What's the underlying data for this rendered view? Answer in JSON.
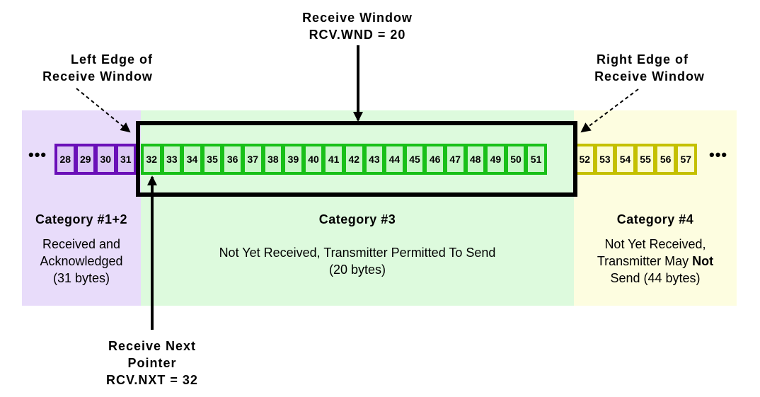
{
  "diagram": {
    "labels": {
      "receive_window": {
        "line1": "Receive Window",
        "line2": "RCV.WND = 20"
      },
      "left_edge": {
        "line1": "Left Edge of",
        "line2": "Receive Window"
      },
      "right_edge": {
        "line1": "Right Edge of",
        "line2": "Receive Window"
      },
      "receive_next": {
        "line1": "Receive Next",
        "line2": "Pointer",
        "line3": "RCV.NXT = 32"
      }
    },
    "ellipsis": "•••",
    "byte_groups": [
      {
        "category": "cat12",
        "color": "#6a0fb8",
        "bytes": [
          "28",
          "29",
          "30",
          "31"
        ]
      },
      {
        "category": "cat3",
        "color": "#18c018",
        "bytes": [
          "32",
          "33",
          "34",
          "35",
          "36",
          "37",
          "38",
          "39",
          "40",
          "41",
          "42",
          "43",
          "44",
          "45",
          "46",
          "47",
          "48",
          "49",
          "50",
          "51"
        ]
      },
      {
        "category": "cat4",
        "color": "#c4c000",
        "bytes": [
          "52",
          "53",
          "54",
          "55",
          "56",
          "57"
        ]
      }
    ],
    "categories": {
      "cat12": {
        "title": "Category #1+2",
        "line1": "Received and",
        "line2": "Acknowledged",
        "line3": "(31 bytes)",
        "bg": "#e8dcfa"
      },
      "cat3": {
        "title": "Category #3",
        "line1": "Not Yet Received, Transmitter Permitted To Send",
        "line2": "(20 bytes)",
        "bg": "#ddfadd"
      },
      "cat4": {
        "title": "Category #4",
        "line1": "Not Yet Received,",
        "line2a": "Transmitter May ",
        "line2b": "Not",
        "line3": "Send (44 bytes)",
        "bg": "#fdfde0"
      }
    }
  }
}
